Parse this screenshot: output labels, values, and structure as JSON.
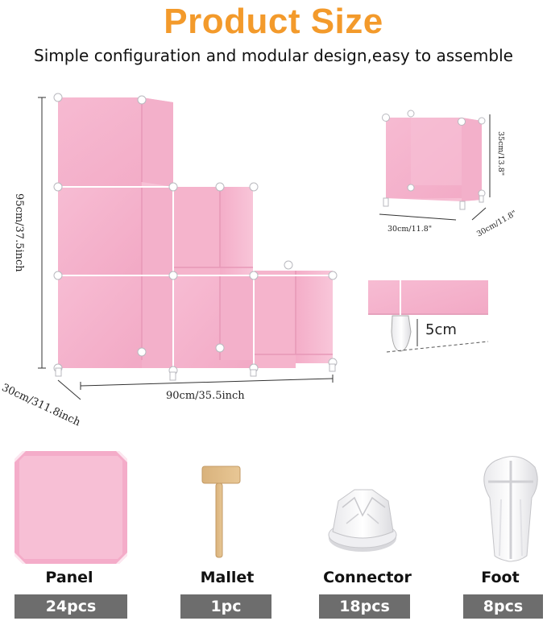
{
  "title": "Product Size",
  "subtitle": "Simple configuration and modular design,easy to assemble",
  "colors": {
    "title": "#f39a2b",
    "panel_pink": "#f5b6cf",
    "qty_bar": "#6d6d6d"
  },
  "dimensions": {
    "height": "95cm/37.5inch",
    "width": "90cm/35.5inch",
    "depth": "30cm/311.8inch",
    "cube_height": "35cm/13.8\"",
    "cube_width": "30cm/11.8\"",
    "cube_depth": "30cm/11.8\"",
    "foot_height": "5cm"
  },
  "parts": [
    {
      "label": "Panel",
      "qty": "24pcs",
      "icon": "panel-icon"
    },
    {
      "label": "Mallet",
      "qty": "1pc",
      "icon": "mallet-icon"
    },
    {
      "label": "Connector",
      "qty": "18pcs",
      "icon": "connector-icon"
    },
    {
      "label": "Foot",
      "qty": "8pcs",
      "icon": "foot-icon"
    }
  ]
}
